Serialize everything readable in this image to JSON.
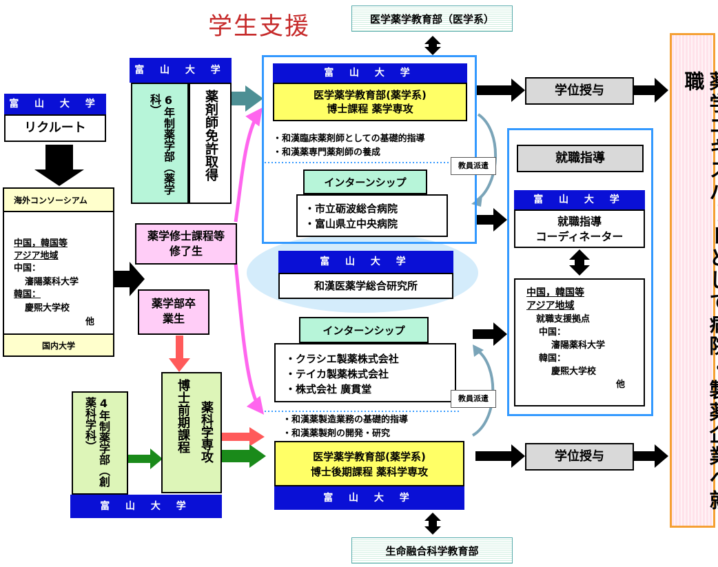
{
  "title": "学生支援",
  "univ": "富 山 大 学",
  "top_dept": "医学薬学教育部（医学系）",
  "bottom_dept": "生命融合科学教育部",
  "recruit": "リクルート",
  "consortium": {
    "header": "海外コンソーシアム",
    "region": "中国，韓国等",
    "region2": "アジア地域",
    "china": "中国：",
    "china_univ": "瀋陽薬科大学",
    "korea": "韓国：",
    "korea_univ": "慶煕大学校",
    "etc": "他",
    "domestic": "国内大学"
  },
  "pharm6": {
    "col1": "6年制薬学部（薬学科）",
    "col2": "薬剤師免許取得"
  },
  "masters_grad": "薬学修士課程等修了生",
  "undergrad": "薬学部卒業生",
  "pharm4": "4年制薬学部（創薬科学科）",
  "hakushi_zenki": {
    "col1": "博士前期課程",
    "col2": "薬科学専攻"
  },
  "phd_top": {
    "line1": "医学薬学教育部(薬学系)",
    "line2": "博士課程  薬学専攻"
  },
  "phd_top_bullets": [
    "・和漢臨床薬剤師としての基礎的指導",
    "・和漢薬専門薬剤師の養成"
  ],
  "intern_label": "インターンシップ",
  "hospitals": [
    "・市立砺波総合病院",
    "・富山県立中央病院"
  ],
  "teacher_dispatch": "教員派遣",
  "institute": "和漢医薬学総合研究所",
  "companies": [
    "・クラシエ製薬株式会社",
    "・テイカ製薬株式会社",
    "・株式会社  廣貫堂"
  ],
  "phd_bottom_bullets": [
    "・和漢薬製造業務の基礎的指導",
    "・和漢薬製剤の開発・研究"
  ],
  "phd_bottom": {
    "line1": "医学薬学教育部(薬学系)",
    "line2": "博士後期課程  薬科学専攻"
  },
  "degree": "学位授与",
  "job_guidance": "就職指導",
  "coordinator": {
    "line1": "就職指導",
    "line2": "コーディネーター"
  },
  "asia": {
    "region": "中国，韓国等",
    "region2": "アジア地域",
    "base": "就職支援拠点",
    "china": "中国：",
    "china_univ": "瀋陽薬科大学",
    "korea": "韓国：",
    "korea_univ": "慶煕大学校",
    "etc": "他"
  },
  "career": "薬学エキスパートとして病院・製薬企業へ就職",
  "colors": {
    "blue": "#0a10d6",
    "yellow": "#ffff66",
    "mint": "#b7f5d9",
    "pink": "#ffcdf7",
    "orange_border": "#f5a033",
    "frame_blue": "#3399ff"
  }
}
